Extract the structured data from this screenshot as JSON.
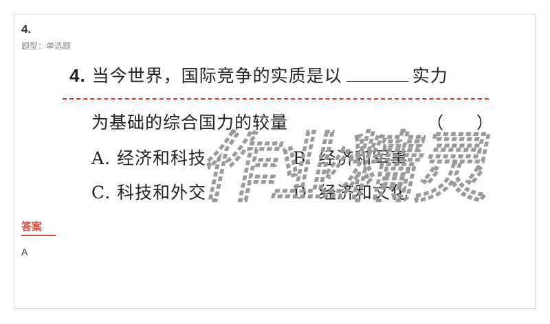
{
  "question": {
    "number": "4.",
    "type_label": "题型：单选题",
    "image": {
      "number": "4.",
      "stem_part1": "当今世界，国际竞争的实质是以",
      "stem_part2": "实力",
      "stem_line2": "为基础的综合国力的较量",
      "paren": "（　　）",
      "options": {
        "A": "A. 经济和科技",
        "B": "B. 经济和军事",
        "C": "C. 科技和外交",
        "D": "D. 经济和文化"
      }
    },
    "watermark_text": "作业精灵"
  },
  "answer": {
    "label": "答案",
    "value": "A"
  },
  "colors": {
    "accent": "#d34a3a",
    "dash": "#d9342b",
    "border": "#d9d9d9"
  }
}
